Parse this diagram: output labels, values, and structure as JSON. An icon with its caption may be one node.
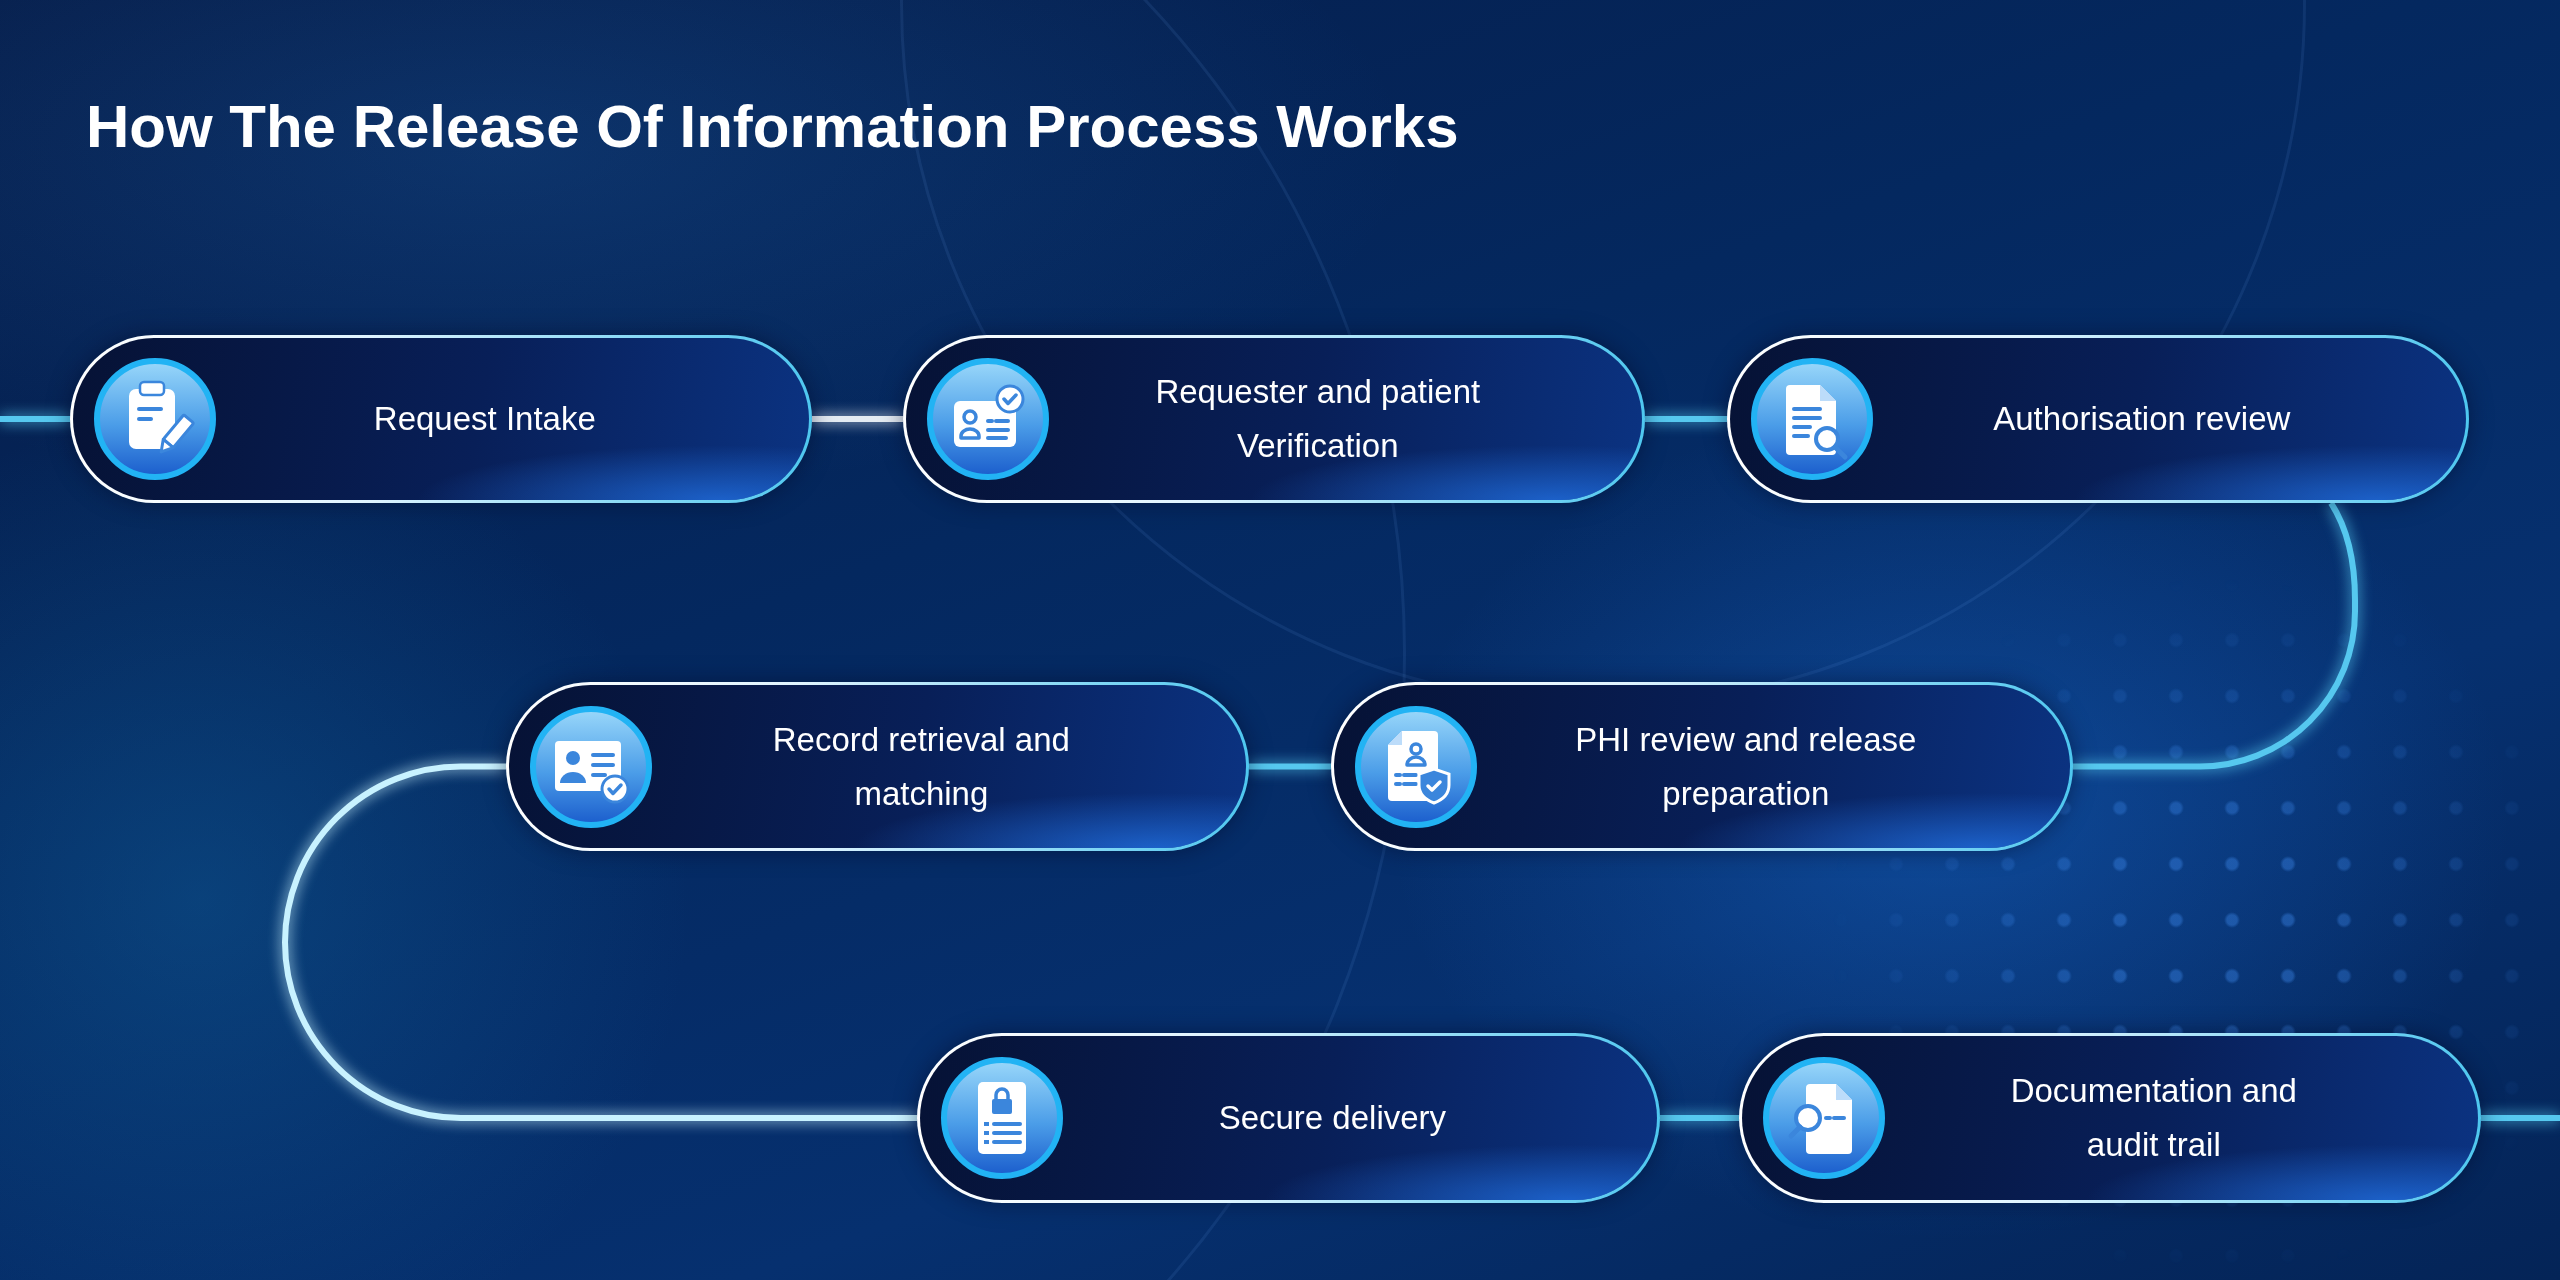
{
  "diagram": {
    "title": "How The Release Of Information Process Works",
    "nodes": [
      {
        "text": [
          "Request Intake"
        ]
      },
      {
        "text": [
          "Requester and patient Verification"
        ]
      },
      {
        "text": [
          "Authorisation review"
        ]
      },
      {
        "text": [
          "Record retrieval and matching"
        ]
      },
      {
        "text": [
          "PHI review and release preparation"
        ]
      },
      {
        "text": [
          "Secure delivery"
        ]
      },
      {
        "text": [
          "Documentation and audit trail"
        ]
      }
    ],
    "edges": [
      {
        "from": null,
        "to": 0,
        "arrow": "none"
      },
      {
        "from": 0,
        "to": 1,
        "arrow": "none",
        "color": "#e4ebf2"
      },
      {
        "from": 1,
        "to": 2,
        "arrow": "none"
      },
      {
        "from": 2,
        "to": 4,
        "arrow": "none"
      },
      {
        "from": 4,
        "to": 3,
        "arrow": "none"
      },
      {
        "from": 3,
        "to": 5,
        "arrow": "none",
        "color": "#c8f2ff"
      },
      {
        "from": 5,
        "to": 6,
        "arrow": "none"
      },
      {
        "from": 6,
        "to": null,
        "arrow": "none"
      }
    ]
  }
}
